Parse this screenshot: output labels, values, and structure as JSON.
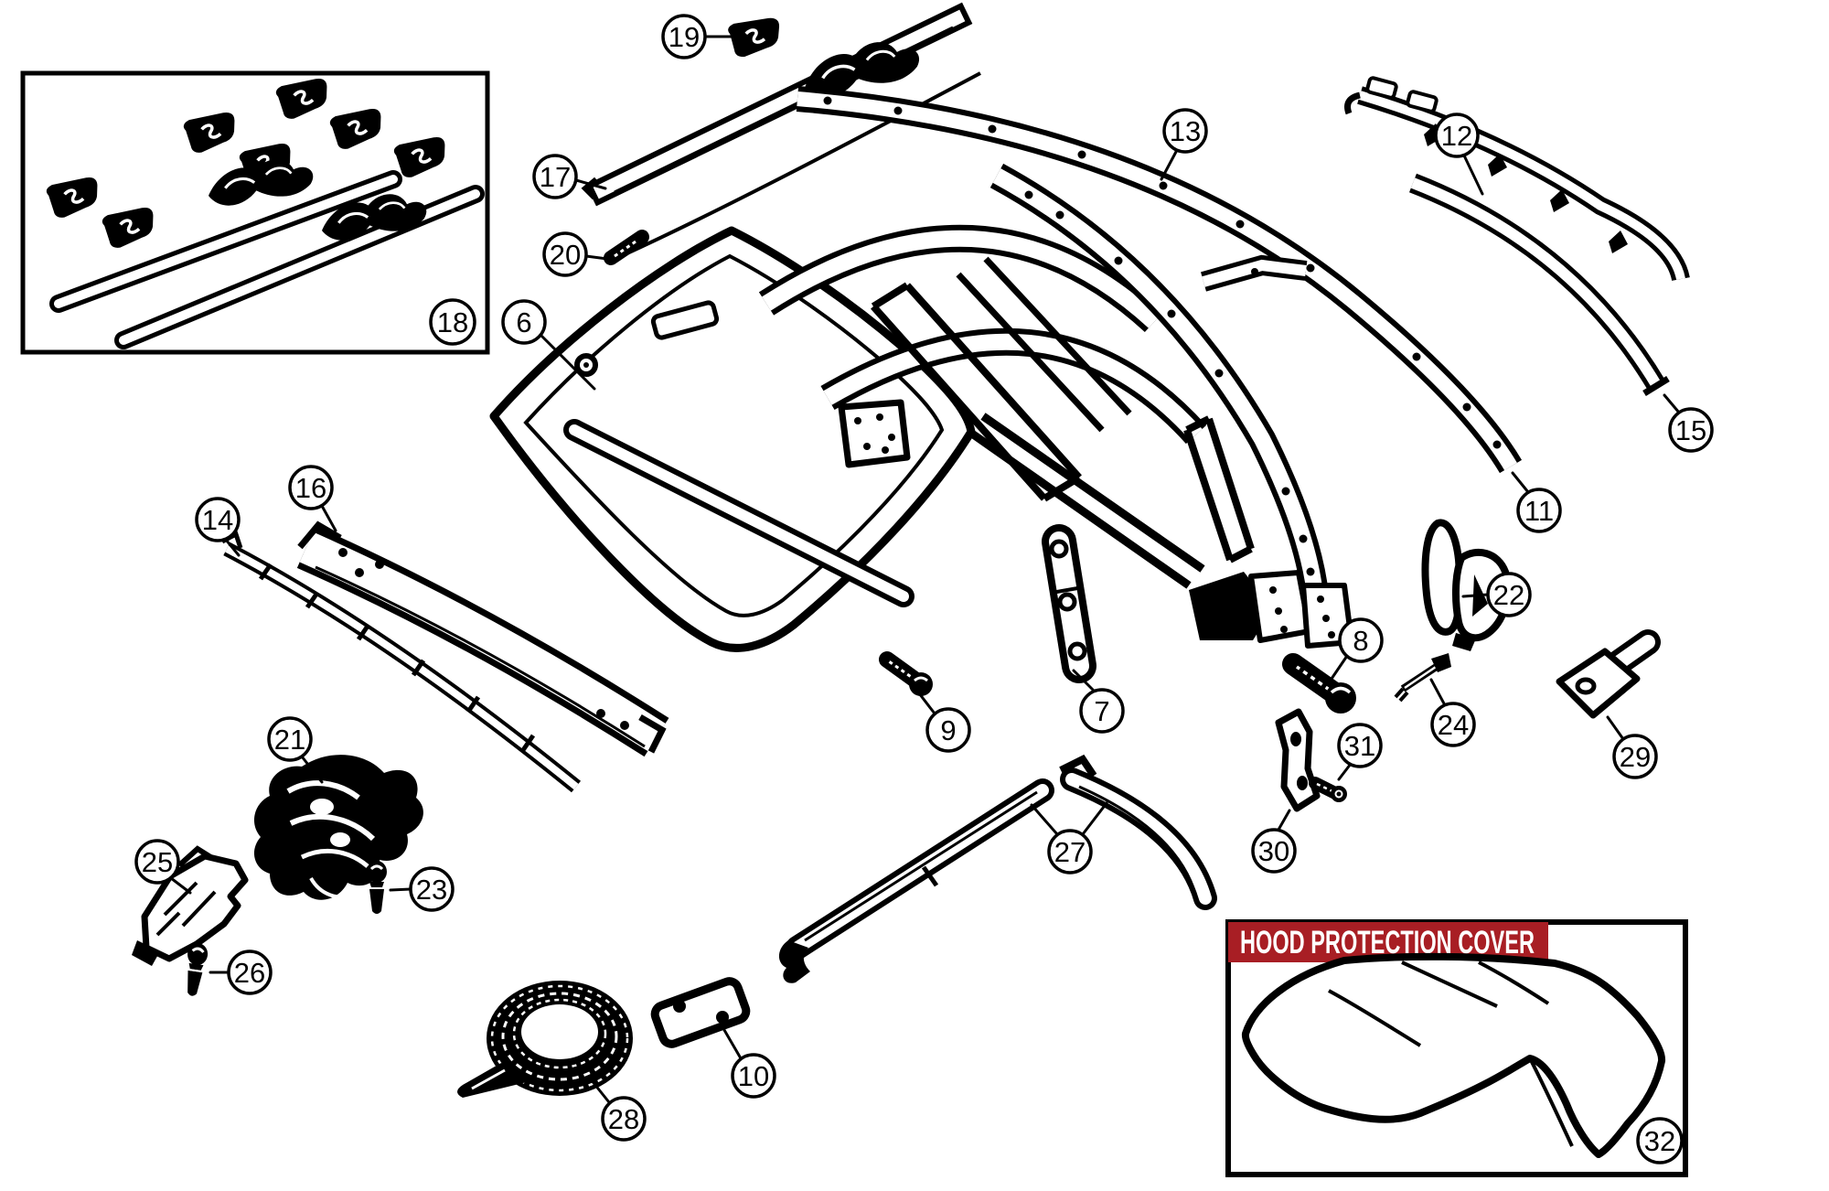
{
  "diagram": {
    "type": "exploded-parts-diagram",
    "subject": "convertible hood frame assembly",
    "background": "#ffffff",
    "line_color": "#000000",
    "banner": {
      "label": "HOOD PROTECTION COVER",
      "bg_color": "#a81e24",
      "text_color": "#ffffff"
    }
  },
  "callouts": [
    "6",
    "7",
    "8",
    "9",
    "10",
    "11",
    "12",
    "13",
    "14",
    "15",
    "16",
    "17",
    "18",
    "19",
    "20",
    "21",
    "22",
    "23",
    "24",
    "25",
    "26",
    "27",
    "28",
    "29",
    "30",
    "31",
    "32"
  ]
}
